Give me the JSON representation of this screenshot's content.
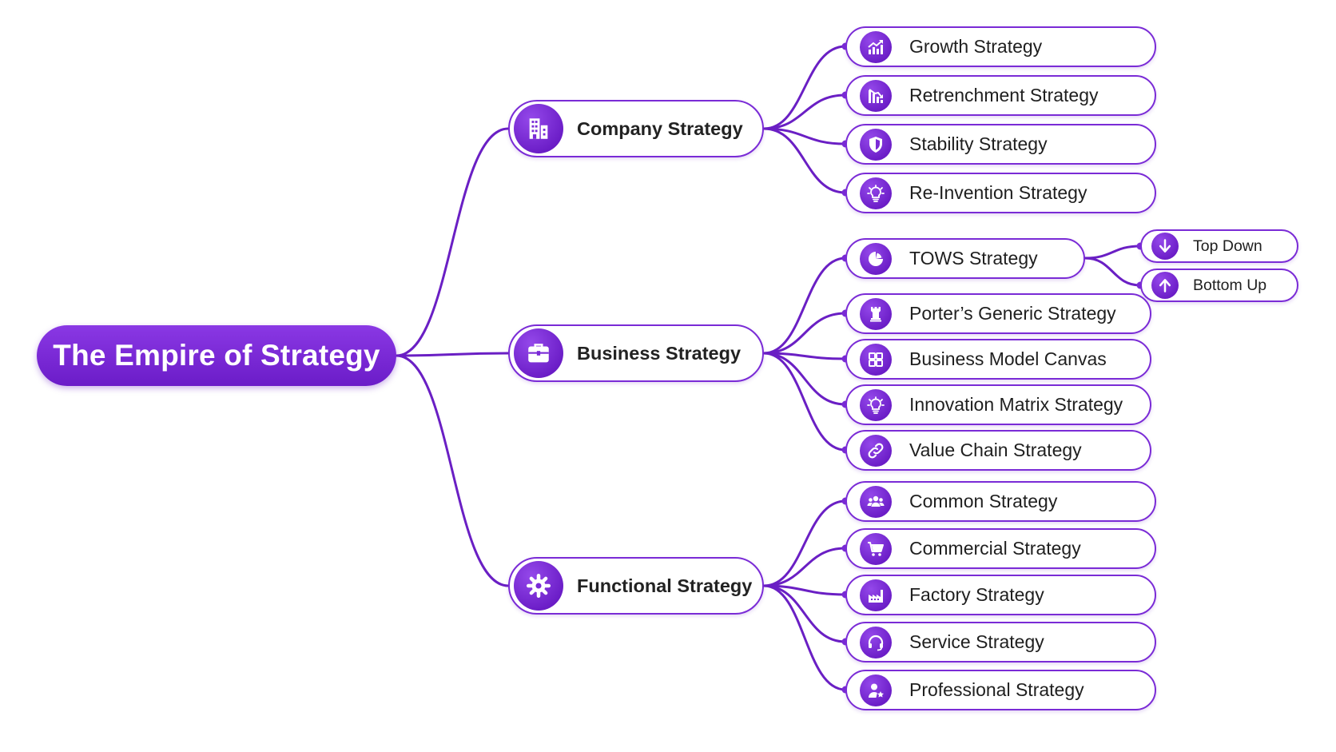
{
  "title": "The Empire of Strategy",
  "accent_color": "#6a1fc4",
  "branches": [
    {
      "label": "Company Strategy",
      "icon": "building-icon",
      "children": [
        {
          "label": "Growth Strategy",
          "icon": "growth-chart-icon"
        },
        {
          "label": "Retrenchment Strategy",
          "icon": "decline-chart-icon"
        },
        {
          "label": "Stability Strategy",
          "icon": "shield-icon"
        },
        {
          "label": "Re-Invention Strategy",
          "icon": "lightbulb-icon"
        }
      ]
    },
    {
      "label": "Business Strategy",
      "icon": "briefcase-icon",
      "children": [
        {
          "label": "TOWS Strategy",
          "icon": "pie-chart-icon",
          "children": [
            {
              "label": "Top Down",
              "icon": "arrow-down-icon"
            },
            {
              "label": "Bottom Up",
              "icon": "arrow-up-icon"
            }
          ]
        },
        {
          "label": "Porter’s Generic Strategy",
          "icon": "chess-rook-icon"
        },
        {
          "label": "Business Model Canvas",
          "icon": "grid-icon"
        },
        {
          "label": "Innovation Matrix Strategy",
          "icon": "lightbulb-icon"
        },
        {
          "label": "Value Chain Strategy",
          "icon": "link-icon"
        }
      ]
    },
    {
      "label": "Functional Strategy",
      "icon": "gear-icon",
      "children": [
        {
          "label": "Common Strategy",
          "icon": "users-icon"
        },
        {
          "label": "Commercial Strategy",
          "icon": "shopping-cart-icon"
        },
        {
          "label": "Factory Strategy",
          "icon": "factory-icon"
        },
        {
          "label": "Service Strategy",
          "icon": "headset-icon"
        },
        {
          "label": "Professional Strategy",
          "icon": "professional-user-icon"
        }
      ]
    }
  ]
}
